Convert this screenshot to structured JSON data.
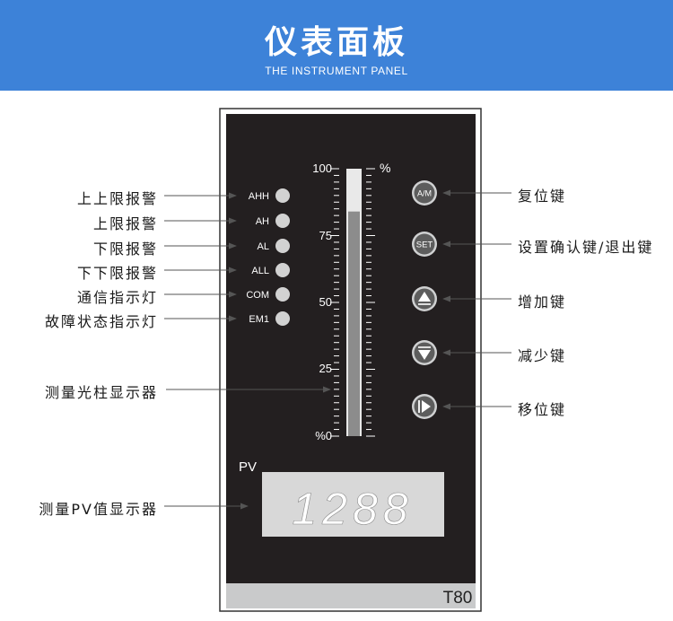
{
  "header": {
    "title": "仪表面板",
    "subtitle": "THE INSTRUMENT PANEL",
    "color": "#3d82d8"
  },
  "left_labels": [
    "上上限报警",
    "上限报警",
    "下限报警",
    "下下限报警",
    "通信指示灯",
    "故障状态指示灯"
  ],
  "bar_label": "测量光柱显示器",
  "pv_label": "测量PV值显示器",
  "right_labels": [
    "复位键",
    "设置确认键/退出键",
    "增加键",
    "减少键",
    "移位键"
  ],
  "leds": [
    "AHH",
    "AH",
    "AL",
    "ALL",
    "COM",
    "EM1"
  ],
  "scale": {
    "ticks": [
      "100",
      "75",
      "50",
      "25",
      "%0"
    ],
    "unit": "%",
    "bar_level": 0.84
  },
  "buttons": {
    "am": "A/M",
    "set": "SET",
    "up_icon": "triangle-up-icon",
    "down_icon": "triangle-down-icon",
    "shift_icon": "shift-right-icon"
  },
  "pv": {
    "title": "PV",
    "value": "1288"
  },
  "model": "T80"
}
